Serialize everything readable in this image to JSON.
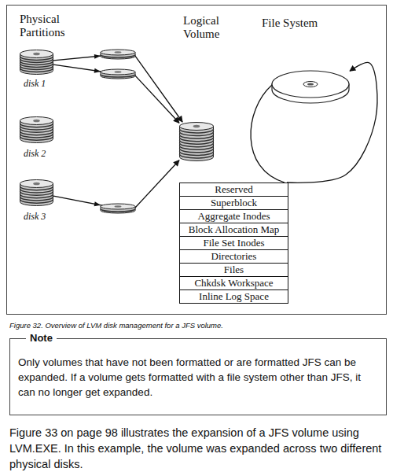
{
  "diagram": {
    "caption": "Figure 32. Overview of LVM disk management for a JFS volume.",
    "nodes": [
      {
        "text": [
          "disk 1"
        ]
      },
      {
        "text": [
          "disk 2"
        ]
      },
      {
        "text": [
          "disk 3"
        ]
      },
      {
        "text": [
          "Logical Volume"
        ]
      },
      {
        "text": [
          "File System"
        ]
      },
      {
        "text": [
          "Reserved"
        ]
      },
      {
        "text": [
          "Superblock"
        ]
      },
      {
        "text": [
          "Aggregate Inodes"
        ]
      },
      {
        "text": [
          "Block Allocation Map"
        ]
      },
      {
        "text": [
          "File Set Inodes"
        ]
      },
      {
        "text": [
          "Directories"
        ]
      },
      {
        "text": [
          "Files"
        ]
      },
      {
        "text": [
          "Chkdsk Workspace"
        ]
      },
      {
        "text": [
          "Inline Log Space"
        ]
      },
      {
        "text": [
          "Note",
          "Only volumes that have not been formatted or are formatted JFS can be expanded. If a volume gets formatted with a file system other than JFS, it can no longer get expanded."
        ]
      }
    ],
    "edges": [
      {
        "from": 0,
        "to": 3,
        "arrow": "to"
      },
      {
        "from": 0,
        "to": 3,
        "arrow": "to"
      },
      {
        "from": 2,
        "to": 3,
        "arrow": "to"
      },
      {
        "from": 5,
        "to": 4,
        "arrow": "to"
      }
    ],
    "labels": [
      "Physical Partitions",
      "Figure 33 on page 98 illustrates the expansion of a JFS volume using LVM.EXE. In this example, the volume was expanded across two different physical disks."
    ]
  }
}
